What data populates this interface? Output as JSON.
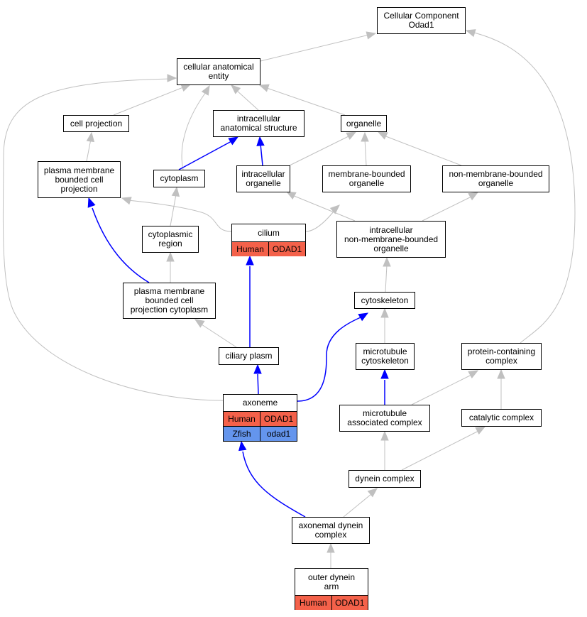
{
  "colors": {
    "is_a": "#c0c0c0",
    "part_of": "#0000ff",
    "human": "#f4614a",
    "zfish": "#6495ed"
  },
  "nodes": {
    "root": {
      "label": "Cellular Component\nOdad1"
    },
    "cae": {
      "label": "cellular anatomical\nentity"
    },
    "cell_projection": {
      "label": "cell projection"
    },
    "ias": {
      "label": "intracellular\nanatomical structure"
    },
    "organelle": {
      "label": "organelle"
    },
    "pmbcp": {
      "label": "plasma membrane\nbounded cell\nprojection"
    },
    "cytoplasm": {
      "label": "cytoplasm"
    },
    "intra_org": {
      "label": "intracellular\norganelle"
    },
    "mbo": {
      "label": "membrane-bounded\norganelle"
    },
    "nmbo": {
      "label": "non-membrane-bounded\norganelle"
    },
    "cyto_region": {
      "label": "cytoplasmic\nregion"
    },
    "cilium": {
      "label": "cilium",
      "rows": [
        {
          "species": "Human",
          "gene": "ODAD1"
        }
      ]
    },
    "inmbo": {
      "label": "intracellular\nnon-membrane-bounded\norganelle"
    },
    "pmbcpc": {
      "label": "plasma membrane\nbounded cell\nprojection cytoplasm"
    },
    "cytoskeleton": {
      "label": "cytoskeleton"
    },
    "ciliary_plasm": {
      "label": "ciliary plasm"
    },
    "mt_cyto": {
      "label": "microtubule\ncytoskeleton"
    },
    "pcc": {
      "label": "protein-containing\ncomplex"
    },
    "axoneme": {
      "label": "axoneme",
      "rows": [
        {
          "species": "Human",
          "gene": "ODAD1"
        },
        {
          "species": "Zfish",
          "gene": "odad1"
        }
      ]
    },
    "mac": {
      "label": "microtubule\nassociated complex"
    },
    "catalytic": {
      "label": "catalytic complex"
    },
    "dynein": {
      "label": "dynein complex"
    },
    "adc": {
      "label": "axonemal dynein\ncomplex"
    },
    "oda": {
      "label": "outer dynein\narm",
      "rows": [
        {
          "species": "Human",
          "gene": "ODAD1"
        }
      ]
    }
  }
}
